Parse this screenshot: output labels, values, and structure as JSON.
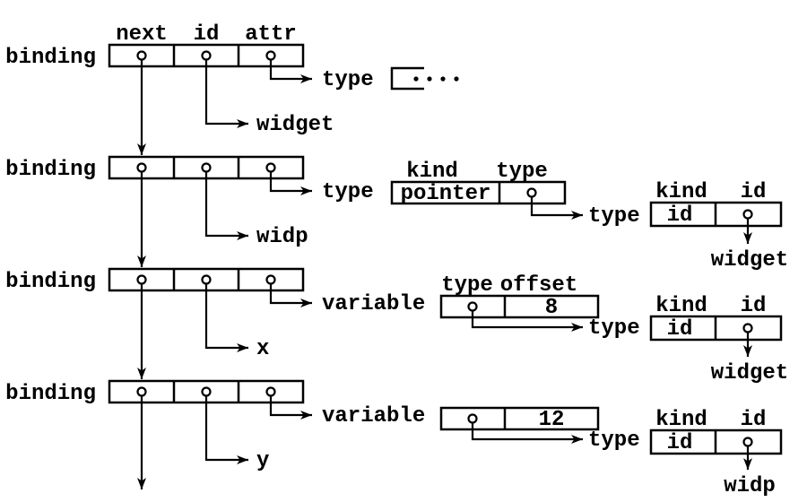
{
  "diagram": {
    "field_headers": [
      "next",
      "id",
      "attr"
    ],
    "rows": [
      {
        "record_label": "binding",
        "attr_target_label": "type",
        "attr_box": {
          "kind": "ellipsis"
        },
        "id_target_label": "widget"
      },
      {
        "record_label": "binding",
        "attr_target_label": "type",
        "attr_box": {
          "headers": [
            "kind",
            "type"
          ],
          "kind_value": "pointer"
        },
        "chain_target_label": "type",
        "ref_box": {
          "headers": [
            "kind",
            "id"
          ],
          "kind_value": "id",
          "id_target_label": "widget"
        },
        "id_target_label": "widp"
      },
      {
        "record_label": "binding",
        "attr_target_label": "variable",
        "attr_box": {
          "headers": [
            "type",
            "offset"
          ],
          "offset_value": "8"
        },
        "chain_target_label": "type",
        "ref_box": {
          "headers": [
            "kind",
            "id"
          ],
          "kind_value": "id",
          "id_target_label": "widget"
        },
        "id_target_label": "x"
      },
      {
        "record_label": "binding",
        "attr_target_label": "variable",
        "attr_box": {
          "offset_value": "12"
        },
        "chain_target_label": "type",
        "ref_box": {
          "headers": [
            "kind",
            "id"
          ],
          "kind_value": "id",
          "id_target_label": "widp"
        },
        "id_target_label": "y"
      }
    ],
    "colors": {
      "ink": "#000000",
      "background": "#ffffff"
    }
  }
}
